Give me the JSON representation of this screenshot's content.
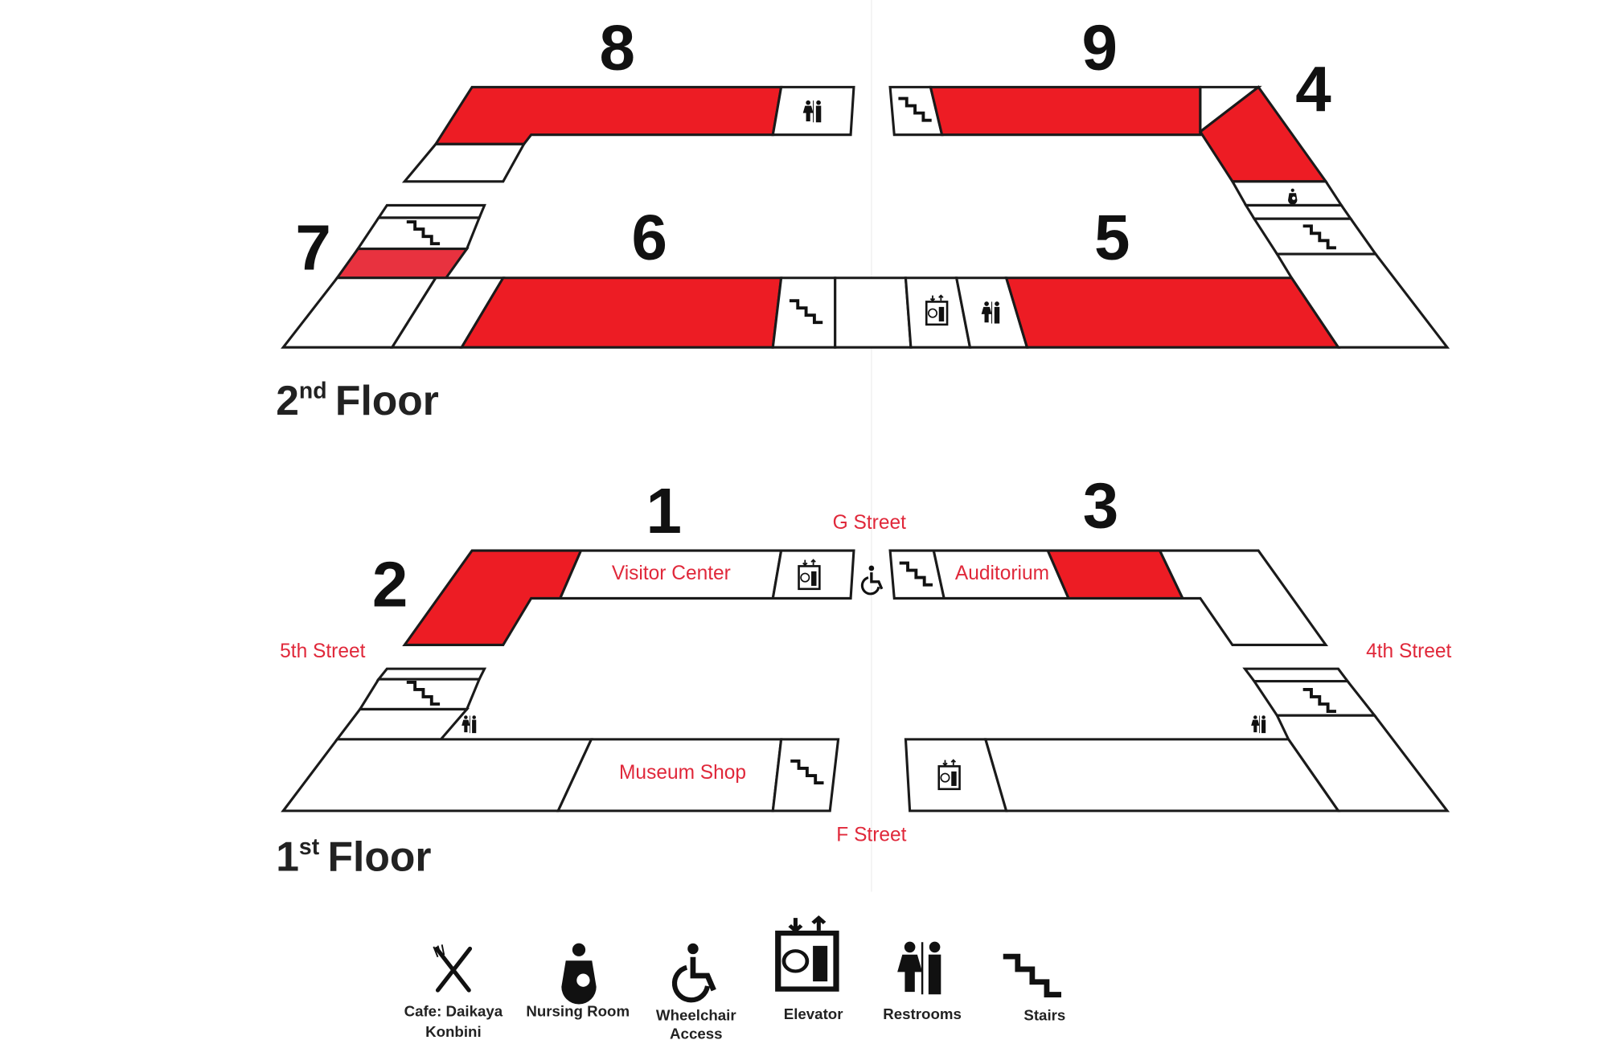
{
  "floors": {
    "second": {
      "label": "2",
      "suffix": "nd",
      "word": "Floor",
      "zones": [
        "8",
        "9",
        "4",
        "7",
        "6",
        "5"
      ]
    },
    "first": {
      "label": "1",
      "suffix": "st",
      "word": "Floor",
      "zones": [
        "1",
        "3",
        "2"
      ]
    }
  },
  "rooms": {
    "visitor_center": "Visitor Center",
    "auditorium": "Auditorium",
    "museum_shop": "Museum Shop"
  },
  "streets": {
    "g": "G Street",
    "f": "F Street",
    "fifth": "5th Street",
    "fourth": "4th Street"
  },
  "legend": [
    {
      "icon": "fork-knife-icon",
      "line1": "Cafe: Daikaya",
      "line2": "Konbini"
    },
    {
      "icon": "nursing-icon",
      "line1": "Nursing Room",
      "line2": ""
    },
    {
      "icon": "wheelchair-icon",
      "line1": "Wheelchair",
      "line2": "Access"
    },
    {
      "icon": "elevator-icon",
      "line1": "Elevator",
      "line2": ""
    },
    {
      "icon": "restroom-icon",
      "line1": "Restrooms",
      "line2": ""
    },
    {
      "icon": "stairs-icon",
      "line1": "Stairs",
      "line2": ""
    }
  ],
  "colors": {
    "highlight": "#ed1c24",
    "street_label": "#e0283a"
  }
}
